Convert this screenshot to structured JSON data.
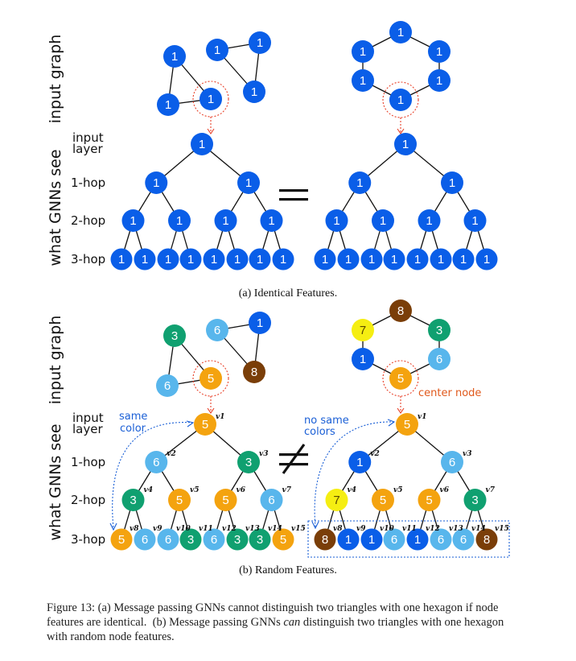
{
  "colors": {
    "1": "#0a5ee8",
    "3": "#10a070",
    "5": "#f4a30f",
    "6": "#58b6ec",
    "7": "#f5ee12",
    "8": "#7a3e08",
    "edge": "#111111",
    "dotted_red": "#e8422a",
    "annot_blue": "#1a5fd6",
    "annot_orange": "#e0591c"
  },
  "row_labels": [
    "input\nlayer",
    "1-hop",
    "2-hop",
    "3-hop"
  ],
  "side_labels": {
    "top": "input graph",
    "bottom": "what GNNs see"
  },
  "panel_a": {
    "subcaption": "(a) Identical Features.",
    "relation": "=",
    "left_graph_values": [
      "1",
      "1",
      "1",
      "1",
      "1",
      "1"
    ],
    "right_graph_values": [
      "1",
      "1",
      "1",
      "1",
      "1",
      "1"
    ],
    "left_tree": {
      "root": "1",
      "hop1": [
        "1",
        "1"
      ],
      "hop2": [
        "1",
        "1",
        "1",
        "1"
      ],
      "hop3": [
        "1",
        "1",
        "1",
        "1",
        "1",
        "1",
        "1",
        "1"
      ]
    },
    "right_tree": {
      "root": "1",
      "hop1": [
        "1",
        "1"
      ],
      "hop2": [
        "1",
        "1",
        "1",
        "1"
      ],
      "hop3": [
        "1",
        "1",
        "1",
        "1",
        "1",
        "1",
        "1",
        "1"
      ]
    }
  },
  "panel_b": {
    "subcaption": "(b) Random Features.",
    "relation": "≠",
    "left_graph_values": [
      "3",
      "6",
      "5",
      "6",
      "1",
      "8"
    ],
    "right_graph_values": [
      "8",
      "7",
      "3",
      "1",
      "6",
      "5"
    ],
    "left_tree": {
      "root": "5",
      "hop1": [
        "6",
        "3"
      ],
      "hop2": [
        "3",
        "5",
        "5",
        "6"
      ],
      "hop3": [
        "5",
        "6",
        "6",
        "3",
        "6",
        "3",
        "3",
        "5"
      ]
    },
    "right_tree": {
      "root": "5",
      "hop1": [
        "1",
        "6"
      ],
      "hop2": [
        "7",
        "5",
        "5",
        "3"
      ],
      "hop3": [
        "8",
        "1",
        "1",
        "6",
        "1",
        "6",
        "6",
        "8"
      ]
    },
    "vertex_labels": [
      "v1",
      "v2",
      "v3",
      "v4",
      "v5",
      "v6",
      "v7",
      "v8",
      "v9",
      "v10",
      "v11",
      "v12",
      "v13",
      "v14",
      "v15"
    ],
    "same_color_note": "same\ncolor",
    "no_same_colors_note": "no same\ncolors",
    "center_node_note": "center node"
  },
  "caption": {
    "label": "Figure 13:",
    "part1": " (a) Message passing GNNs cannot distinguish two triangles with one hexagon if node features are identical.  (b) Message passing GNNs ",
    "emph": "can",
    "part2": " distinguish two triangles with one hexagon with random node features."
  }
}
